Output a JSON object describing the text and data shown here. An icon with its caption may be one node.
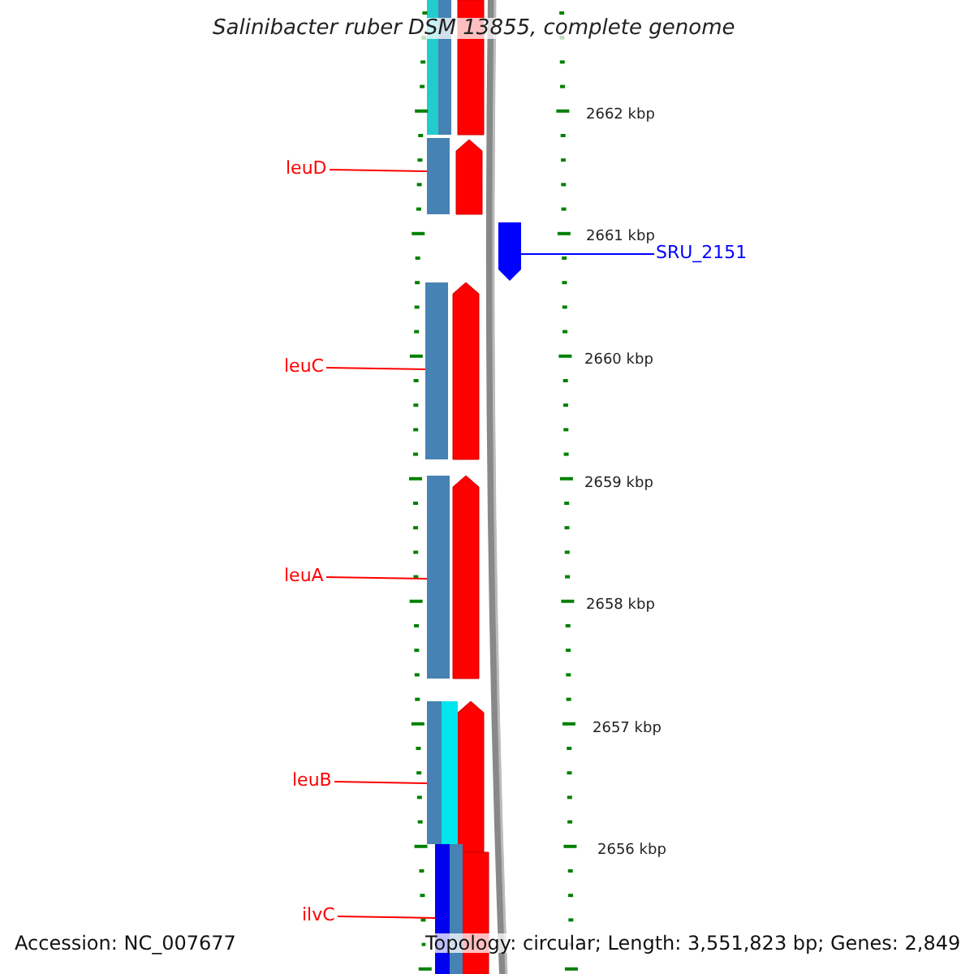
{
  "diagram": {
    "title": "Salinibacter ruber DSM 13855, complete genome",
    "nodes": [
      {
        "text": [
          "leuD"
        ]
      },
      {
        "text": [],
        "shape": "bar"
      },
      {
        "text": [
          "leuC"
        ]
      },
      {
        "text": [],
        "shape": "bar"
      },
      {
        "text": [
          "leuA"
        ]
      },
      {
        "text": [],
        "shape": "bar"
      },
      {
        "text": [
          "leuB"
        ]
      },
      {
        "text": [],
        "shape": "bar"
      },
      {
        "text": [
          "ilvC"
        ]
      },
      {
        "text": [],
        "shape": "bar"
      },
      {
        "text": [
          "SRU_2151"
        ]
      },
      {
        "text": [],
        "shape": "arrow"
      }
    ],
    "edges": [
      {
        "from": 0,
        "to": 1,
        "arrow": "none"
      },
      {
        "from": 2,
        "to": 3,
        "arrow": "none"
      },
      {
        "from": 4,
        "to": 5,
        "arrow": "none"
      },
      {
        "from": 6,
        "to": 7,
        "arrow": "none"
      },
      {
        "from": 8,
        "to": 9,
        "arrow": "none"
      },
      {
        "from": 10,
        "to": 11,
        "arrow": "none",
        "color": "#0000ff"
      }
    ],
    "labels": [
      "2662 kbp",
      "2661 kbp",
      "2660 kbp",
      "2659 kbp",
      "2658 kbp",
      "2657 kbp",
      "2656 kbp",
      "Accession: NC_007677",
      "Topology: circular; Length: 3,551,823 bp; Genes: 2,849"
    ]
  }
}
